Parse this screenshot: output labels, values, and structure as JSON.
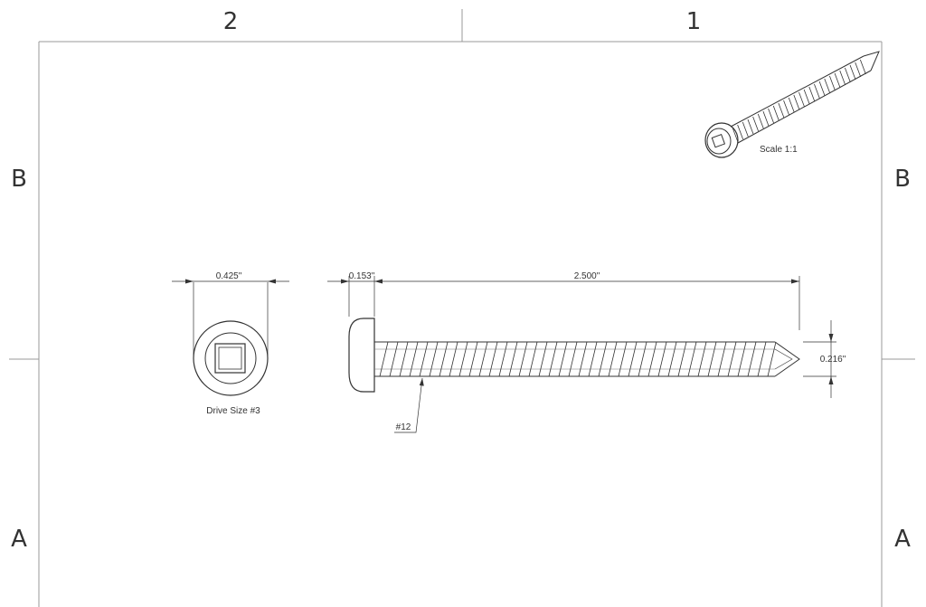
{
  "zones": {
    "col_left": "2",
    "col_right": "1",
    "row_upper": "B",
    "row_lower": "A"
  },
  "dims": {
    "head_diameter": "0.425\"",
    "head_height": "0.153\"",
    "length": "2.500\"",
    "tip_diameter": "0.216\"",
    "thread_size": "#12"
  },
  "labels": {
    "drive": "Drive Size #3",
    "scale": "Scale 1:1"
  }
}
